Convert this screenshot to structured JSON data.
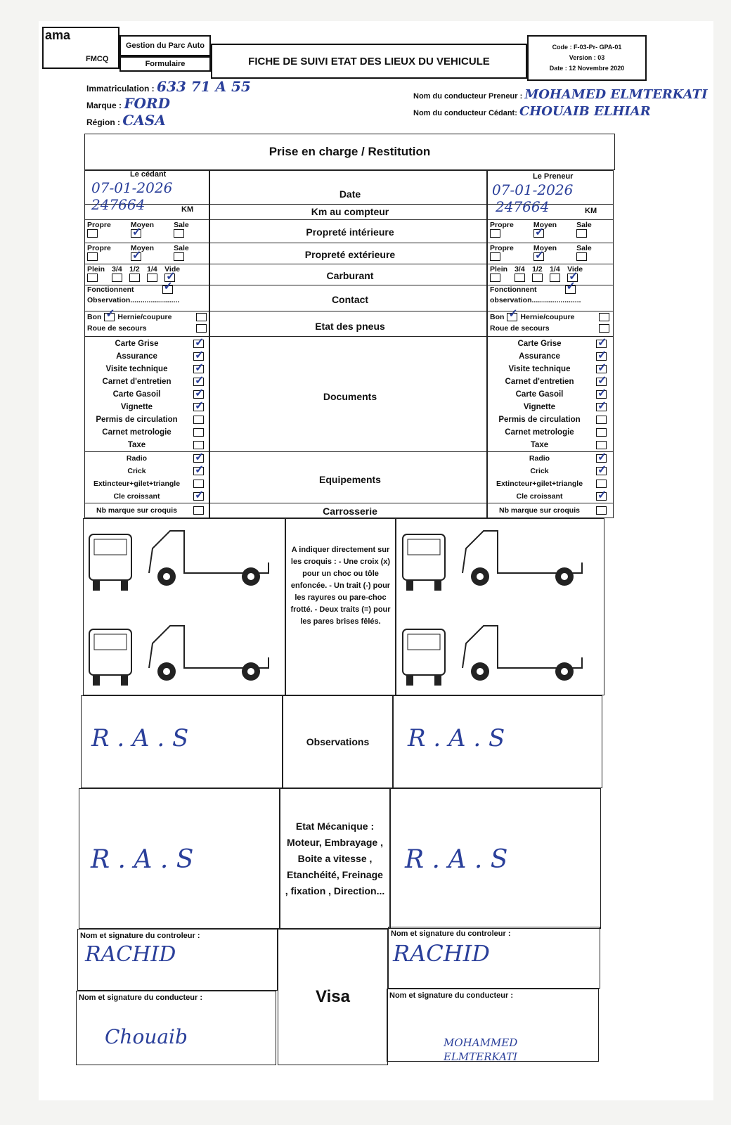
{
  "header": {
    "logo_left": "ama",
    "logo_right": "FMCQ",
    "dept": "Gestion du Parc Auto",
    "type": "Formulaire",
    "title": "FICHE DE SUIVI ETAT DES LIEUX DU VEHICULE",
    "code": "Code : F-03-Pr- GPA-01",
    "version": "Version : 03",
    "date": "Date : 12 Novembre 2020"
  },
  "info": {
    "immat_label": "Immatriculation :",
    "immat": "633 71 A 55",
    "marque_label": "Marque :",
    "marque": "FORD",
    "region_label": "Région :",
    "region": "CASA",
    "preneur_label": "Nom du conducteur Preneur :",
    "preneur": "MOHAMED ELMTERKATI",
    "cedant_label": "Nom du conducteur Cédant:",
    "cedant": "CHOUAIB ELHIAR"
  },
  "table": {
    "title": "Prise en charge / Restitution",
    "left_head": "Le cédant",
    "right_head": "Le Preneur",
    "rows": {
      "date": "Date",
      "km": "Km au compteur",
      "prop_int": "Propreté intérieure",
      "prop_ext": "Propreté extérieure",
      "carburant": "Carburant",
      "contact": "Contact",
      "pneus": "Etat des pneus",
      "documents": "Documents",
      "equipements": "Equipements",
      "carrosserie": "Carrosserie",
      "observations": "Observations",
      "etat_meca": "Etat Mécanique :",
      "etat_meca_detail": "Moteur, Embrayage , Boite a vitesse , Etanchéité, Freinage , fixation , Direction...",
      "visa": "Visa"
    },
    "km_unit": "KM",
    "clean_opts": [
      "Propre",
      "Moyen",
      "Sale"
    ],
    "fuel_opts": [
      "Plein",
      "3/4",
      "1/2",
      "1/4",
      "Vide"
    ],
    "contact_label": "Fonctionnent",
    "obs_label": "Observation........................",
    "obs_label_r": "observation........................",
    "pneu_bon": "Bon",
    "pneu_hernie": "Hernie/coupure",
    "pneu_roue": "Roue de secours",
    "docs": [
      "Carte Grise",
      "Assurance",
      "Visite technique",
      "Carnet d'entretien",
      "Carte Gasoil",
      "Vignette",
      "Permis de circulation",
      "Carnet metrologie",
      "Taxe"
    ],
    "equip": [
      "Radio",
      "Crick",
      "Extincteur+gilet+triangle",
      "Cle croissant"
    ],
    "nb_marque": "Nb marque sur croquis",
    "instructions": "A indiquer directement sur les croquis : - Une croix (x) pour un choc ou tôle enfoncée. - Un trait (-) pour les rayures ou pare-choc frotté. - Deux traits (=) pour les pares brises fêlés.",
    "controleur_label": "Nom et signature du controleur :",
    "conducteur_label": "Nom et signature du conducteur :"
  },
  "left": {
    "date": "07-01-2026",
    "km": "247664",
    "prop_int": 1,
    "prop_ext": 1,
    "fuel": 4,
    "contact": true,
    "pneu_bon": true,
    "docs": [
      true,
      true,
      true,
      true,
      true,
      true,
      false,
      false,
      false
    ],
    "equip": [
      true,
      true,
      false,
      true
    ],
    "obs": "R . A . S",
    "meca": "R . A . S",
    "controleur": "RACHID",
    "conducteur": "Chouaib"
  },
  "right": {
    "date": "07-01-2026",
    "km": "247664",
    "prop_int": 1,
    "prop_ext": 1,
    "fuel": 4,
    "contact": true,
    "pneu_bon": true,
    "docs": [
      true,
      true,
      true,
      true,
      true,
      true,
      false,
      false,
      false
    ],
    "equip": [
      true,
      true,
      false,
      true
    ],
    "obs": "R . A . S",
    "meca": "R . A . S",
    "controleur": "RACHID",
    "conducteur": "MOHAMMED ELMTERKATI"
  }
}
